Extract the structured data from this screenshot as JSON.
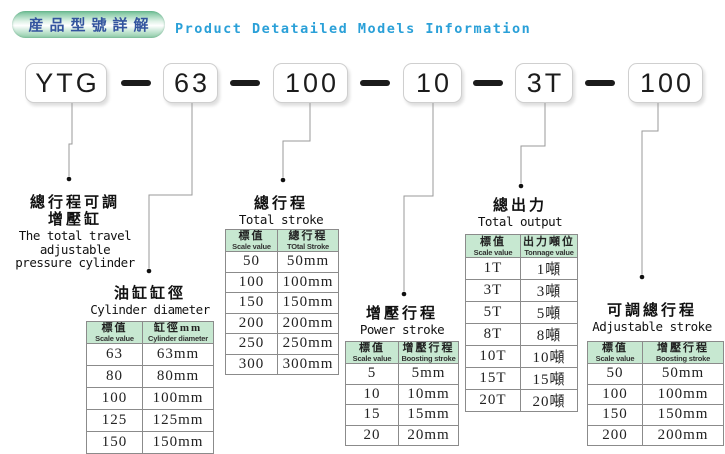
{
  "banner": {
    "label_zh": "産品型號詳解"
  },
  "header": {
    "title": "Product Detatailed Models Information"
  },
  "model_code": {
    "segments": [
      "YTG",
      "63",
      "100",
      "10",
      "3T",
      "100"
    ],
    "separator": "—"
  },
  "sections": {
    "pressure_cylinder": {
      "zh1": "總行程可調",
      "zh2": "增壓缸",
      "en1": "The total travel",
      "en2": "adjustable",
      "en3": "pressure cylinder"
    },
    "cylinder_diameter": {
      "zh": "油缸缸徑",
      "en": "Cylinder diameter"
    },
    "total_stroke": {
      "zh": "總行程",
      "en": "Total stroke"
    },
    "power_stroke": {
      "zh": "增壓行程",
      "en": "Power stroke"
    },
    "total_output": {
      "zh": "總出力",
      "en": "Total output"
    },
    "adjustable_stroke": {
      "zh": "可調總行程",
      "en": "Adjustable stroke"
    }
  },
  "tables": {
    "cylinder_diameter": {
      "header": [
        {
          "zh": "標值",
          "en": "Scale value"
        },
        {
          "zh": "缸徑mm",
          "en": "Cylinder diameter"
        }
      ],
      "rows": [
        [
          "63",
          "63mm"
        ],
        [
          "80",
          "80mm"
        ],
        [
          "100",
          "100mm"
        ],
        [
          "125",
          "125mm"
        ],
        [
          "150",
          "150mm"
        ]
      ]
    },
    "total_stroke": {
      "header": [
        {
          "zh": "標值",
          "en": "Scale value"
        },
        {
          "zh": "總行程",
          "en": "TOtal Stroke"
        }
      ],
      "rows": [
        [
          "50",
          "50mm"
        ],
        [
          "100",
          "100mm"
        ],
        [
          "150",
          "150mm"
        ],
        [
          "200",
          "200mm"
        ],
        [
          "250",
          "250mm"
        ],
        [
          "300",
          "300mm"
        ]
      ]
    },
    "power_stroke": {
      "header": [
        {
          "zh": "標值",
          "en": "Scale value"
        },
        {
          "zh": "增壓行程",
          "en": "Boosting stroke"
        }
      ],
      "rows": [
        [
          "5",
          "5mm"
        ],
        [
          "10",
          "10mm"
        ],
        [
          "15",
          "15mm"
        ],
        [
          "20",
          "20mm"
        ]
      ]
    },
    "total_output": {
      "header": [
        {
          "zh": "標值",
          "en": "Scale value"
        },
        {
          "zh": "出力噸位",
          "en": "Tonnage value"
        }
      ],
      "rows": [
        [
          "1T",
          "1噸"
        ],
        [
          "3T",
          "3噸"
        ],
        [
          "5T",
          "5噸"
        ],
        [
          "8T",
          "8噸"
        ],
        [
          "10T",
          "10噸"
        ],
        [
          "15T",
          "15噸"
        ],
        [
          "20T",
          "20噸"
        ]
      ]
    },
    "adjustable_stroke": {
      "header": [
        {
          "zh": "標值",
          "en": "Scale value"
        },
        {
          "zh": "增壓行程",
          "en": "Boosting stroke"
        }
      ],
      "rows": [
        [
          "50",
          "50mm"
        ],
        [
          "100",
          "100mm"
        ],
        [
          "150",
          "150mm"
        ],
        [
          "200",
          "200mm"
        ]
      ]
    }
  },
  "colors": {
    "table_header_green": "#c7e8d1",
    "title_blue": "#2aa0d8",
    "banner_text_blue": "#33549e",
    "line_gray": "#9a9a9a"
  }
}
